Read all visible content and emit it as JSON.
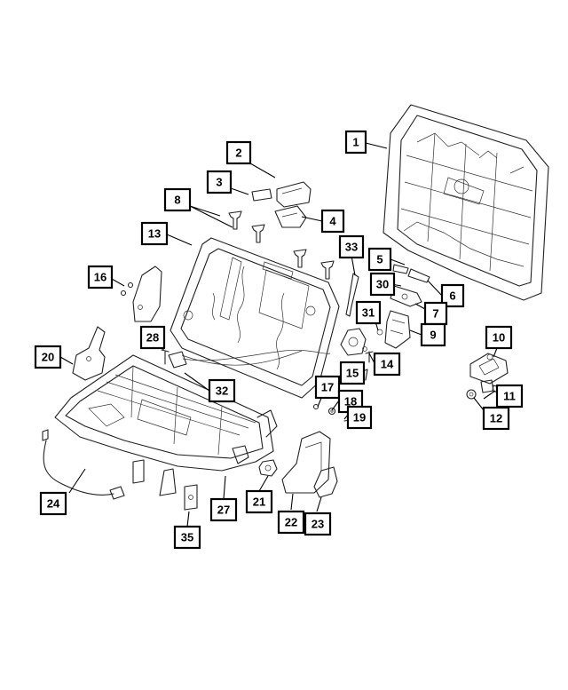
{
  "callouts": [
    {
      "id": "1",
      "label": "1"
    },
    {
      "id": "2",
      "label": "2"
    },
    {
      "id": "3",
      "label": "3"
    },
    {
      "id": "4",
      "label": "4"
    },
    {
      "id": "5",
      "label": "5"
    },
    {
      "id": "6",
      "label": "6"
    },
    {
      "id": "7",
      "label": "7"
    },
    {
      "id": "8",
      "label": "8"
    },
    {
      "id": "9",
      "label": "9"
    },
    {
      "id": "10",
      "label": "10"
    },
    {
      "id": "11",
      "label": "11"
    },
    {
      "id": "12",
      "label": "12"
    },
    {
      "id": "13",
      "label": "13"
    },
    {
      "id": "14",
      "label": "14"
    },
    {
      "id": "15",
      "label": "15"
    },
    {
      "id": "16",
      "label": "16"
    },
    {
      "id": "17",
      "label": "17"
    },
    {
      "id": "18",
      "label": "18"
    },
    {
      "id": "19",
      "label": "19"
    },
    {
      "id": "20",
      "label": "20"
    },
    {
      "id": "21",
      "label": "21"
    },
    {
      "id": "22",
      "label": "22"
    },
    {
      "id": "23",
      "label": "23"
    },
    {
      "id": "24",
      "label": "24"
    },
    {
      "id": "27",
      "label": "27"
    },
    {
      "id": "28",
      "label": "28"
    },
    {
      "id": "30",
      "label": "30"
    },
    {
      "id": "31",
      "label": "31"
    },
    {
      "id": "32",
      "label": "32"
    },
    {
      "id": "33",
      "label": "33"
    },
    {
      "id": "35",
      "label": "35"
    }
  ],
  "colors": {
    "line": "#222222",
    "box_border": "#000000",
    "background": "#ffffff"
  }
}
